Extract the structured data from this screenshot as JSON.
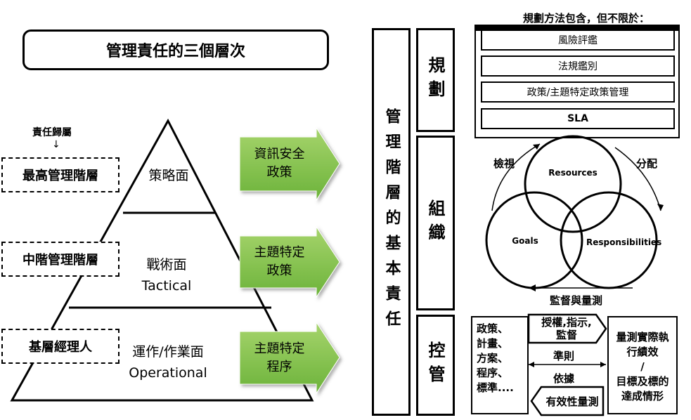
{
  "left": {
    "title": "管理責任的三個層次",
    "ownership_label": "責任歸屬",
    "down_arrow": "↓",
    "levels": [
      {
        "manager": "最高管理階層",
        "layer_line1": "策略面",
        "layer_line2": "",
        "policy_line1": "資訊安全",
        "policy_line2": "政策"
      },
      {
        "manager": "中階管理階層",
        "layer_line1": "戰術面",
        "layer_line2": "Tactical",
        "policy_line1": "主題特定",
        "policy_line2": "政策"
      },
      {
        "manager": "基層經理人",
        "layer_line1": "運作/作業面",
        "layer_line2": "Operational",
        "policy_line1": "主題特定",
        "policy_line2": "程序"
      }
    ]
  },
  "right": {
    "main_vertical": "管理階層的基本責任",
    "sections": {
      "planning": "規劃",
      "organizing": "組織",
      "controlling": "控管"
    },
    "planning_header": "規劃方法包含，但不限於：",
    "planning_items": [
      "風險評鑑",
      "法規鑑別",
      "政策/主題特定政策管理",
      "SLA"
    ],
    "organizing": {
      "circles": [
        "Resources",
        "Goals",
        "Responsibilities"
      ],
      "review": "檢視",
      "allocate": "分配",
      "supervise_measure": "監督與量測"
    },
    "controlling": {
      "left_scroll": [
        "政策、",
        "計畫、",
        "方案、",
        "程序、",
        "標準...."
      ],
      "authorize": [
        "授權,指示,",
        "監督"
      ],
      "criteria": "準則",
      "based_on": "依據",
      "effectiveness": "有效性量測",
      "right_box": [
        "量測實際執",
        "行績效",
        "/",
        "目標及標的",
        "達成情形"
      ]
    }
  },
  "colors": {
    "arrow_fill": "#7dbf3f",
    "arrow_fill_light": "#a6d46c"
  }
}
